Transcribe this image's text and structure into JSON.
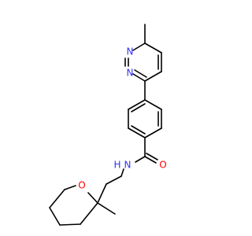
{
  "molecule": {
    "atoms": {
      "pyridazine_n1": "N",
      "pyridazine_n2": "N",
      "amide_n": "N",
      "amide_h": "H",
      "carbonyl_o": "O",
      "ring_o": "O"
    },
    "colors": {
      "bond": "#000000",
      "nitrogen": "#3333ff",
      "oxygen": "#ff0000"
    }
  }
}
